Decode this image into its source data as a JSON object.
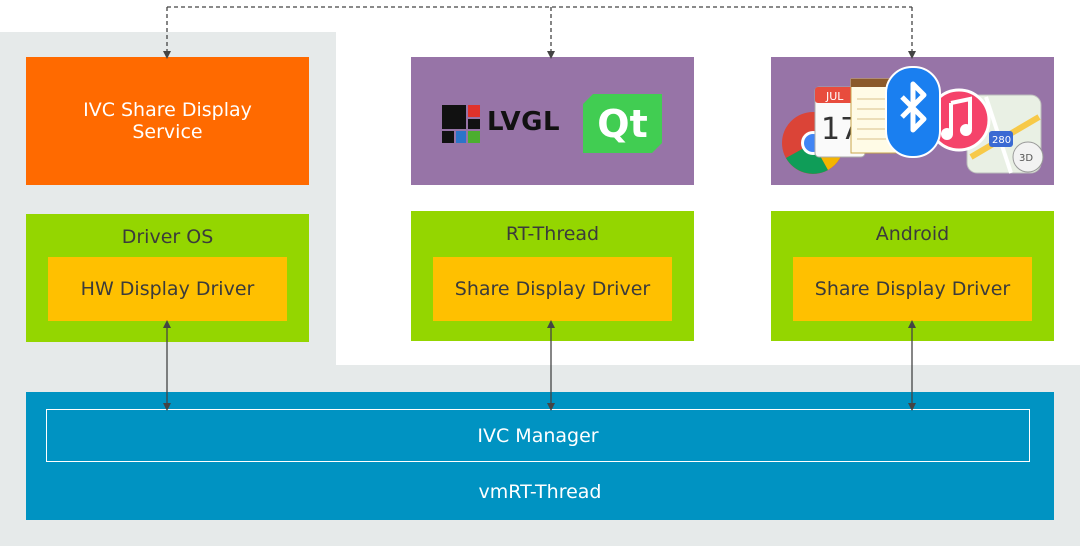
{
  "diagram": {
    "host_os": {
      "service_label": "IVC Share Display Service",
      "driver_os_label": "Driver OS",
      "hw_driver_label": "HW Display Driver"
    },
    "rt_guest": {
      "gui_logos": [
        "LVGL",
        "Qt"
      ],
      "os_label": "RT-Thread",
      "driver_label": "Share Display Driver"
    },
    "android_guest": {
      "app_icons": [
        "chrome-icon",
        "calendar-icon",
        "notes-icon",
        "bluetooth-icon",
        "music-icon",
        "maps-icon"
      ],
      "calendar_month": "JUL",
      "calendar_day": "17",
      "maps_route": "280",
      "maps_badge": "3D",
      "os_label": "Android",
      "driver_label": "Share Display Driver"
    },
    "hypervisor": {
      "manager_label": "IVC Manager",
      "label": "vmRT-Thread"
    }
  },
  "colors": {
    "service": "#ff6a00",
    "guest_gui": "#9774a7",
    "os": "#94d600",
    "driver": "#ffc000",
    "hypervisor": "#0093c2",
    "background": "#e6eaea"
  }
}
